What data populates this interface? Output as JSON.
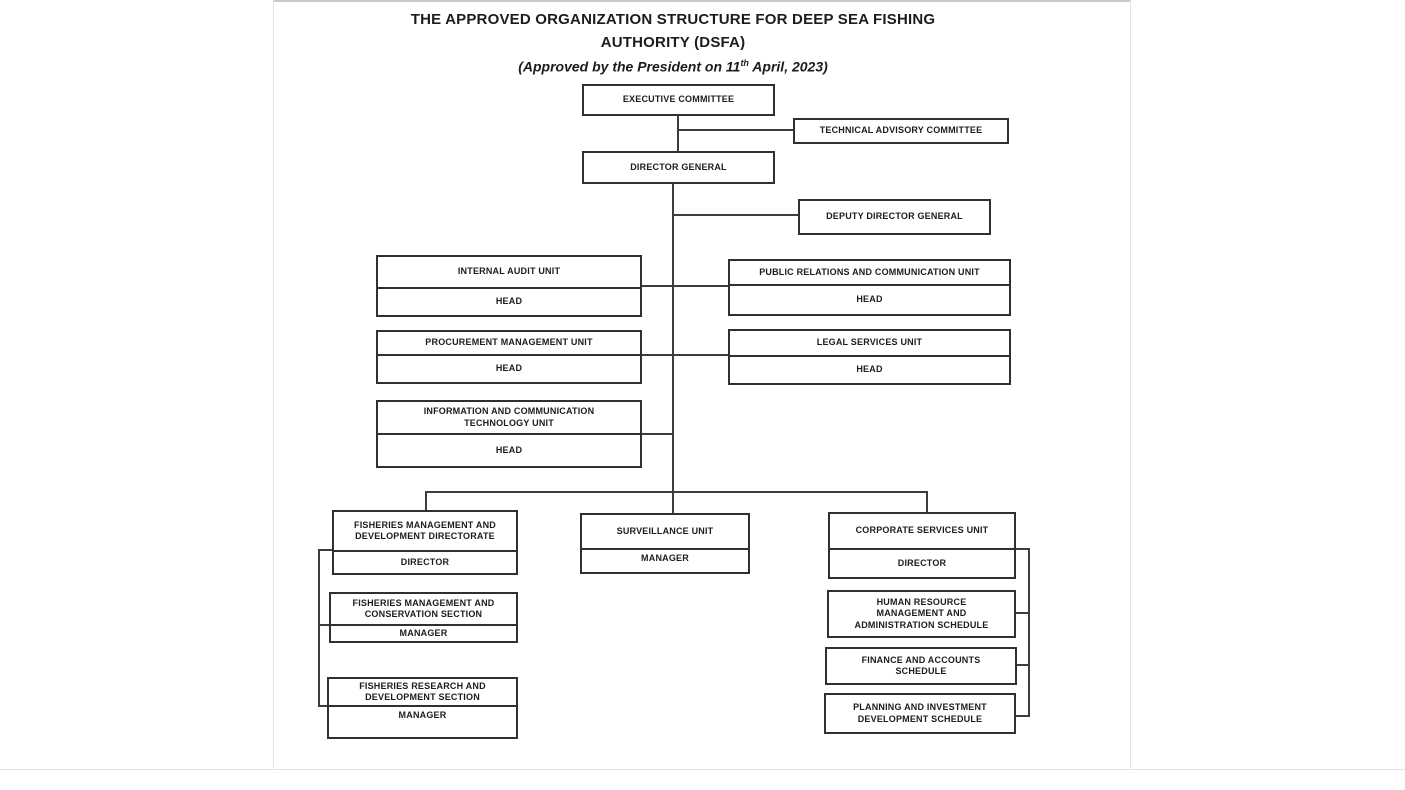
{
  "title": {
    "line1": "THE APPROVED ORGANIZATION STRUCTURE FOR DEEP SEA FISHING",
    "line2": "AUTHORITY (DSFA)",
    "subtitle_pre": "(Approved by the President on 11",
    "subtitle_sup": "th",
    "subtitle_post": " April, 2023)"
  },
  "nodes": {
    "executive_committee": {
      "title": "EXECUTIVE COMMITTEE"
    },
    "technical_advisory_committee": {
      "title": "TECHNICAL ADVISORY COMMITTEE"
    },
    "director_general": {
      "title": "DIRECTOR GENERAL"
    },
    "deputy_director_general": {
      "title": "DEPUTY DIRECTOR GENERAL"
    },
    "internal_audit_unit": {
      "title": "INTERNAL AUDIT UNIT",
      "role": "HEAD"
    },
    "public_relations_unit": {
      "title": "PUBLIC RELATIONS AND COMMUNICATION UNIT",
      "role": "HEAD"
    },
    "procurement_unit": {
      "title": "PROCUREMENT MANAGEMENT UNIT",
      "role": "HEAD"
    },
    "legal_services_unit": {
      "title": "LEGAL SERVICES UNIT",
      "role": "HEAD"
    },
    "ict_unit": {
      "title": "INFORMATION AND COMMUNICATION\nTECHNOLOGY UNIT",
      "role": "HEAD"
    },
    "fisheries_directorate": {
      "title": "FISHERIES MANAGEMENT AND\nDEVELOPMENT DIRECTORATE",
      "role": "DIRECTOR"
    },
    "surveillance_unit": {
      "title": "SURVEILLANCE UNIT",
      "role": "MANAGER"
    },
    "corporate_services_unit": {
      "title": "CORPORATE SERVICES UNIT",
      "role": "DIRECTOR"
    },
    "fisheries_conservation_section": {
      "title": "FISHERIES MANAGEMENT AND\nCONSERVATION SECTION",
      "role": "MANAGER"
    },
    "fisheries_research_section": {
      "title": "FISHERIES RESEARCH AND\nDEVELOPMENT SECTION",
      "role": "MANAGER"
    },
    "human_resource_schedule": {
      "title": "HUMAN RESOURCE\nMANAGEMENT AND\nADMINISTRATION SCHEDULE"
    },
    "finance_schedule": {
      "title": "FINANCE AND ACCOUNTS\nSCHEDULE"
    },
    "planning_schedule": {
      "title": "PLANNING AND INVESTMENT\nDEVELOPMENT SCHEDULE"
    }
  },
  "colors": {
    "line": "#3d3d3d",
    "box_border": "#303030",
    "text": "#1c1c1c",
    "page_edge": "#c9c9c9"
  }
}
